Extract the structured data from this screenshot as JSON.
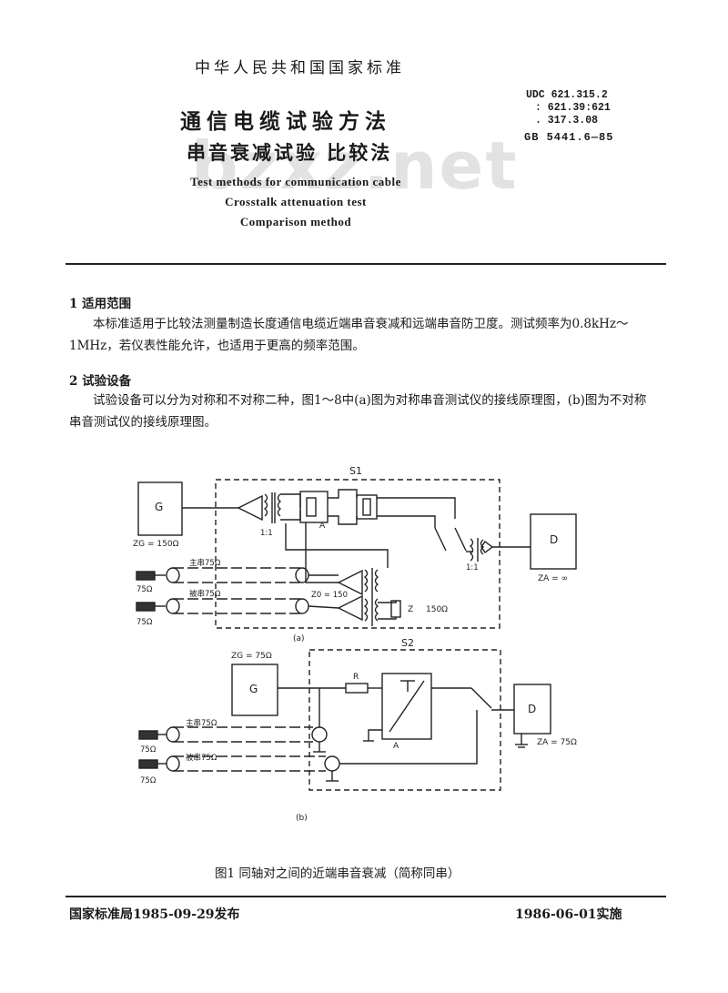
{
  "header": {
    "standard_org": "中华人民共和国国家标准",
    "title_cn": "通信电缆试验方法",
    "subtitle_cn": "串音衰减试验  比较法",
    "title_en": [
      "Test methods for communication cable",
      "Crosstalk attenuation test",
      "Comparison method"
    ],
    "udc": [
      "UDC 621.315.2",
      ": 621.39:621",
      ". 317.3.08"
    ],
    "gb_number": "GB 5441.6—85",
    "watermark": "bzxz.net"
  },
  "sections": [
    {
      "heading": "1  适用范围",
      "body": "本标准适用于比较法测量制造长度通信电缆近端串音衰减和远端串音防卫度。测试频率为0.8kHz～1MHz，若仪表性能允许，也适用于更高的频率范围。"
    },
    {
      "heading": "2  试验设备",
      "body": "试验设备可以分为对称和不对称二种，图1～8中(a)图为对称串音测试仪的接线原理图，(b)图为不对称串音测试仪的接线原理图。"
    }
  ],
  "figure": {
    "a": {
      "switch": "S1",
      "generator": "G",
      "generator_impedance": "ZG = 150Ω",
      "detector": "D",
      "detector_impedance": "ZA = ∞",
      "attenuator": "A",
      "ratio_left": "1:1",
      "ratio_right": "1:1",
      "disturbing_pair": "主串75Ω",
      "disturbed_pair": "被串75Ω",
      "termination_top": "75Ω",
      "termination_bottom": "75Ω",
      "bridge_impedance": "Z0 = 150",
      "load_label": "Z",
      "load_value": "150Ω",
      "panel_label": "(a)"
    },
    "b": {
      "switch": "S2",
      "generator": "G",
      "generator_impedance": "ZG = 75Ω",
      "resistor": "R",
      "attenuator": "A",
      "detector": "D",
      "detector_impedance": "ZA = 75Ω",
      "disturbing_pair": "主串75Ω",
      "disturbed_pair": "被串75Ω",
      "termination_top": "75Ω",
      "termination_bottom": "75Ω",
      "panel_label": "(b)"
    },
    "caption": "图1  同轴对之间的近端串音衰减（简称同串）"
  },
  "footer": {
    "issued": "国家标准局1985-09-29发布",
    "effective": "1986-06-01实施"
  }
}
